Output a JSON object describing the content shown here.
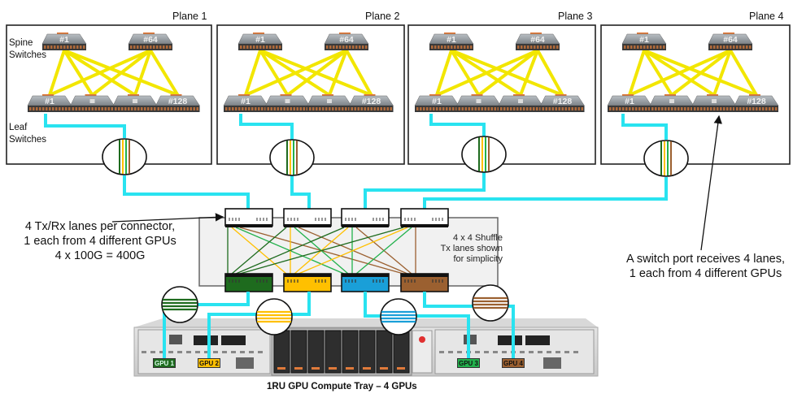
{
  "planes": [
    {
      "title": "Plane 1",
      "spine_labels": [
        "#1",
        "#64"
      ],
      "leaf_labels": [
        "#1",
        "",
        "",
        "#128"
      ]
    },
    {
      "title": "Plane 2",
      "spine_labels": [
        "#1",
        "#64"
      ],
      "leaf_labels": [
        "#1",
        "",
        "",
        "#128"
      ]
    },
    {
      "title": "Plane 3",
      "spine_labels": [
        "#1",
        "#64"
      ],
      "leaf_labels": [
        "#1",
        "",
        "",
        "#128"
      ]
    },
    {
      "title": "Plane 4",
      "spine_labels": [
        "#1",
        "#64"
      ],
      "leaf_labels": [
        "#1",
        "",
        "",
        "#128"
      ]
    }
  ],
  "labels": {
    "spine_switches": "Spine Switches",
    "leaf_switches": "Leaf Switches"
  },
  "notes": {
    "connector_note": "4 Tx/Rx lanes per connector, 1 each from 4 different GPUs 4 x 100G = 400G",
    "connector_note_lines": [
      "4 Tx/Rx lanes per connector,",
      "1 each from 4 different GPUs",
      "4 x 100G = 400G"
    ],
    "switch_port_note": "A switch port receives 4 lanes, 1 each from 4 different GPUs",
    "shuffle_note_lines": [
      "4 x 4 Shuffle",
      "Tx lanes shown",
      "for simplicity"
    ]
  },
  "gpus": [
    {
      "label": "GPU 1",
      "color": "#1e6b1e"
    },
    {
      "label": "GPU 2",
      "color": "#ffc000"
    },
    {
      "label": "GPU 3",
      "color": "#1a9fd8"
    },
    {
      "label": "GPU 4",
      "color": "#9b6030"
    }
  ],
  "caption": "1RU GPU Compute Tray – 4 GPUs",
  "colors": {
    "link_cyan": "#29e3f0",
    "fabric_yellow": "#f2e600",
    "lane_green_dark": "#1e6b1e",
    "lane_yellow": "#ffc000",
    "lane_green_light": "#22b14c",
    "lane_brown": "#9b6030"
  }
}
